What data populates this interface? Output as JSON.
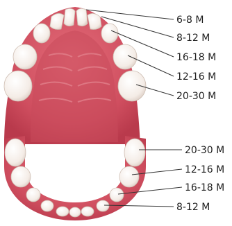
{
  "diagram": {
    "upper_jaw_labels": [
      "6-8 M",
      "8-12 M",
      "16-18 M",
      "12-16 M",
      "20-30 M"
    ],
    "lower_jaw_labels": [
      "20-30 M",
      "12-16 M",
      "16-18 M",
      "8-12 M"
    ]
  }
}
